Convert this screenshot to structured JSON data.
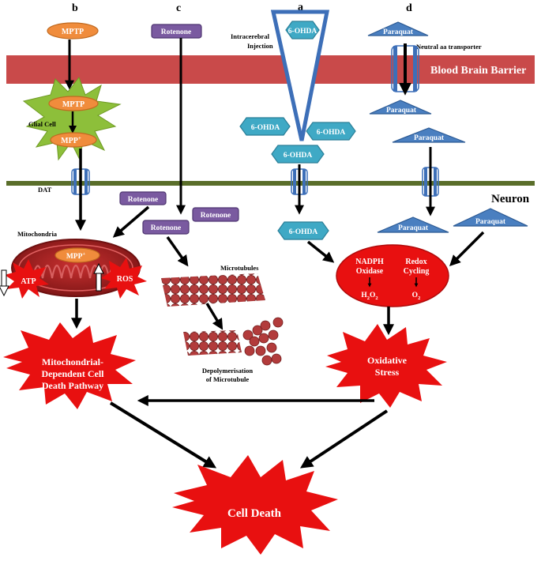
{
  "panels": {
    "a": "a",
    "b": "b",
    "c": "c",
    "d": "d"
  },
  "barrier": {
    "label": "Blood Brain Barrier"
  },
  "neuron_label": "Neuron",
  "injection_label": [
    "Intracerebral",
    "Injection"
  ],
  "transporter_label": "Neutral aa transporter",
  "glial_label": "Glial Cell",
  "dat_label": "DAT",
  "mitochondria_label": "Mitochondria",
  "mptp": {
    "top": "MPTP",
    "glial": "MPTP",
    "mpp": "MPP",
    "mpp_sup": "+",
    "mito_mpp": "MPP",
    "mito_mpp_sup": "+"
  },
  "mito": {
    "atp": "ATP",
    "ros": "ROS"
  },
  "rotenone": {
    "r1": "Rotenone",
    "r2": "Rotenone",
    "r3": "Rotenone",
    "r4": "Rotenone"
  },
  "microtubules_label": "Microtubules",
  "depoly_label": [
    "Depolymerisation",
    "of Microtubule"
  ],
  "ohda": {
    "o1": "6-OHDA",
    "o2": "6-OHDA",
    "o3": "6-OHDA",
    "o4": "6-OHDA",
    "o5": "6-OHDA"
  },
  "paraquat": {
    "p1": "Paraquat",
    "p2": "Paraquat",
    "p3": "Paraquat",
    "p4": "Paraquat",
    "p5": "Paraquat"
  },
  "red_cell": {
    "nadph": [
      "NADPH",
      "Oxidase"
    ],
    "redox": [
      "Redox",
      "Cycling"
    ],
    "h2o2": [
      "H",
      "2",
      "O",
      "2"
    ],
    "o2": [
      "O",
      "2"
    ]
  },
  "mito_death": [
    "Mitochondrial-",
    "Dependent Cell",
    "Death Pathway"
  ],
  "oxidative": [
    "Oxidative",
    "Stress"
  ],
  "cell_death": "Cell Death",
  "colors": {
    "barrier": "#c94a4a",
    "membrane": "#5a6e2a",
    "mptp": "#f08c3c",
    "rotenone": "#7a5aa0",
    "ohda": "#3fa9c5",
    "paraquat": "#4a7fc0",
    "injector": "#3d6fb8",
    "glial": "#8dbf3a",
    "red": "#e81010",
    "mito_dark": "#8a1a1a",
    "microtubule": "#b03a3a"
  },
  "icons": [
    "syringe-icon",
    "star-burst-icon",
    "mitochondrion-icon",
    "microtubule-icon",
    "arrow-icon"
  ]
}
